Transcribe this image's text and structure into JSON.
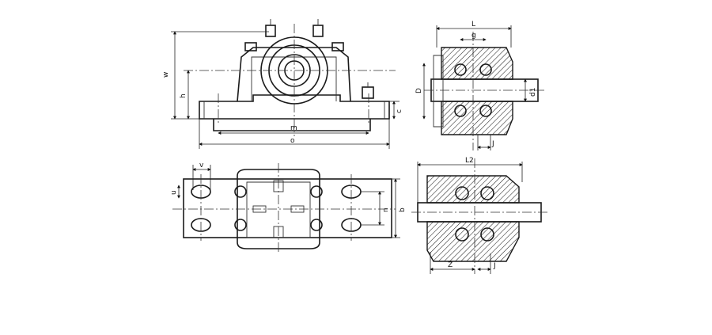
{
  "labels": {
    "w": "w",
    "h": "h",
    "c": "c",
    "m": "m",
    "o": "o",
    "v": "v",
    "u": "u",
    "n": "n",
    "b": "b",
    "L": "L",
    "g": "g",
    "D": "D",
    "d1": "d1",
    "J": "J",
    "L2": "L2",
    "Z": "Z",
    "J2": "J"
  }
}
